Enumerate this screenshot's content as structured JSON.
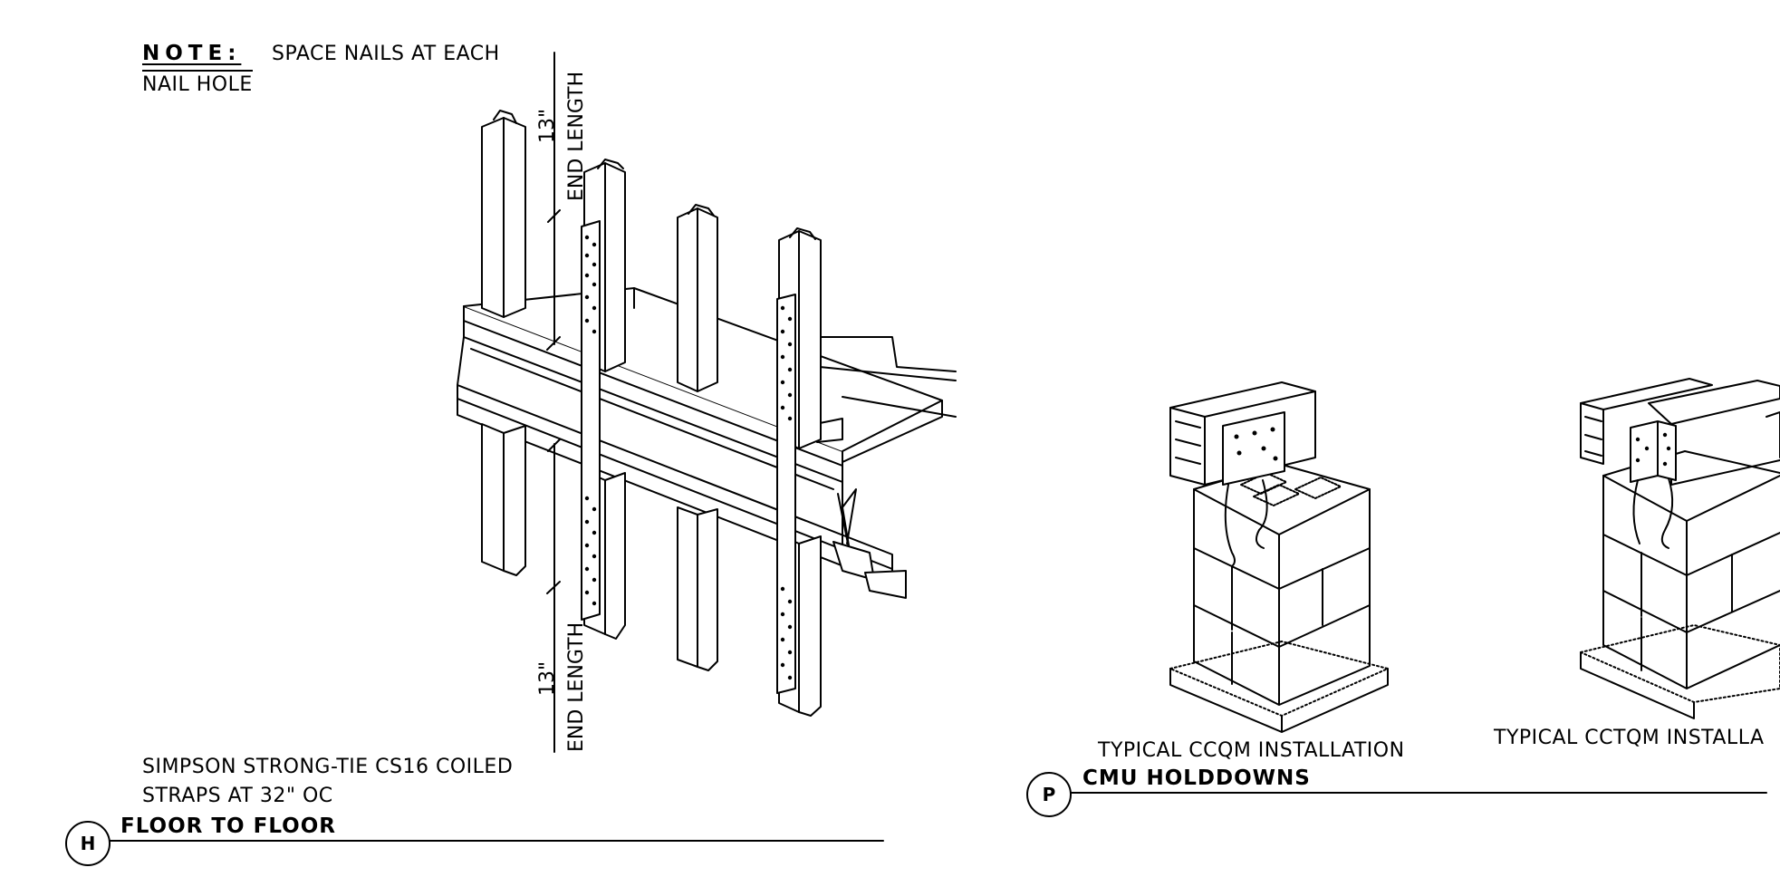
{
  "note": {
    "label": "NOTE:",
    "text_line1": "SPACE NAILS AT EACH",
    "text_line2": "NAIL HOLE"
  },
  "dimensions": {
    "top_value": "13\"",
    "top_label": "END LENGTH",
    "bottom_value": "13\"",
    "bottom_label": "END LENGTH"
  },
  "detail_h": {
    "callout_line1": "SIMPSON STRONG-TIE CS16 COILED",
    "callout_line2": "STRAPS AT 32\" OC",
    "marker": "H",
    "title": "FLOOR TO FLOOR"
  },
  "detail_p": {
    "caption_left": "TYPICAL CCQM INSTALLATION",
    "caption_right": "TYPICAL CCTQM INSTALLA",
    "marker": "P",
    "title": "CMU HOLDDOWNS"
  }
}
